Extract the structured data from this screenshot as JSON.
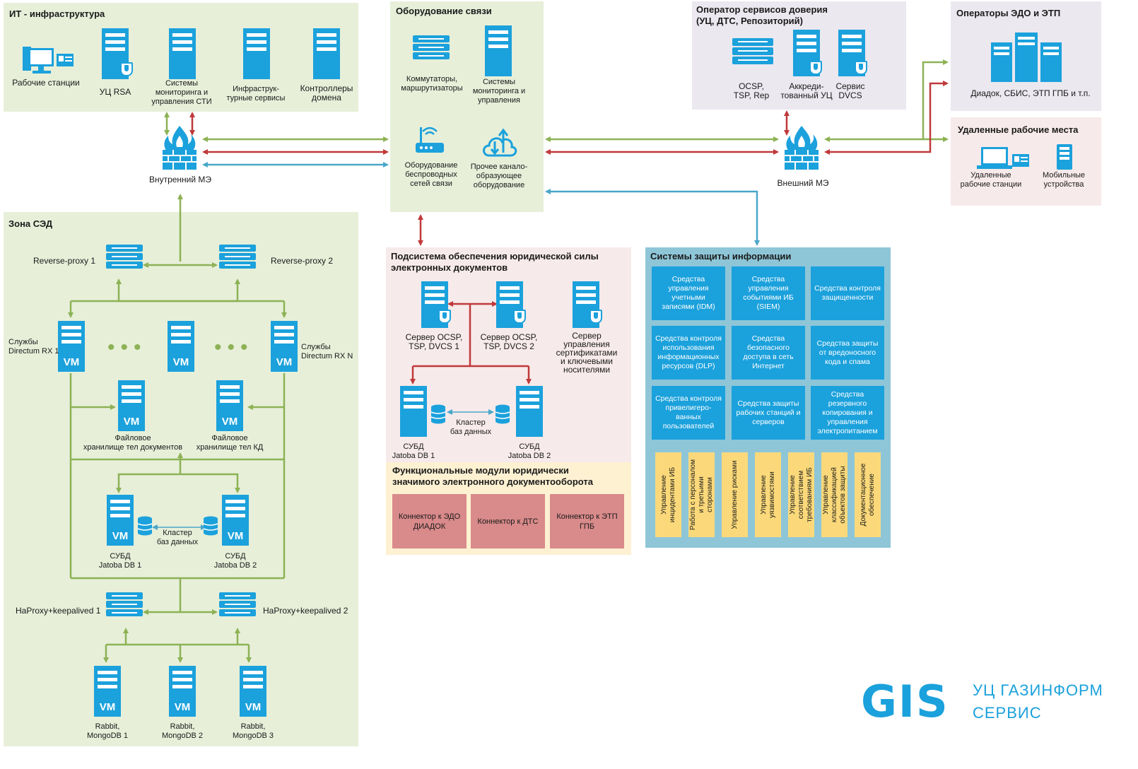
{
  "colors": {
    "icon_blue": "#1ba1dc",
    "green_line": "#8db255",
    "red_line": "#c0393b",
    "blue_line": "#4aa6c9"
  },
  "it_infra": {
    "title": "ИТ - инфраструктура",
    "workstations": "Рабочие станции",
    "rsa": "УЦ RSA",
    "monitoring": "Системы\nмониторинга и\nуправления СТИ",
    "infra_services": "Инфраструк-\nтурные сервисы",
    "domain_controllers": "Контроллеры\nдомена"
  },
  "comm": {
    "title": "Оборудование связи",
    "switches": "Коммутаторы,\nмаршрутизаторы",
    "monitoring": "Системы\nмониторинга и\nуправления",
    "wireless": "Оборудование\nбеспроводных\nсетей связи",
    "other": "Прочее канало-\nобразующее\nоборудование"
  },
  "trust": {
    "title": "Оператор сервисов доверия\n(УЦ, ДТС, Репозиторий)",
    "ocsp": "OCSP,\nTSP, Rep",
    "ca": "Аккреди-\nтованный УЦ",
    "dvcs": "Сервис\nDVCS"
  },
  "edo": {
    "title": "Операторы ЭДО и ЭТП",
    "list": "Диадок, СБИС, ЭТП ГПБ и т.п."
  },
  "remote": {
    "title": "Удаленные рабочие места",
    "stations": "Удаленные\nрабочие станции",
    "mobile": "Мобильные\nустройства"
  },
  "firewalls": {
    "internal": "Внутренний МЭ",
    "external": "Внешний МЭ"
  },
  "sed": {
    "title": "Зона СЭД",
    "rp1": "Reverse-proxy 1",
    "rp2": "Reverse-proxy 2",
    "rx1": "Службы\nDirectum RX 1",
    "rxn": "Службы\nDirectum RX N",
    "fs_docs": "Файловое\nхранилище тел документов",
    "fs_kd": "Файловое\nхранилище тел КД",
    "db_cluster": "Кластер\nбаз данных",
    "db1": "СУБД\nJatoba DB 1",
    "db2": "СУБД\nJatoba DB 2",
    "ha1": "HaProxy+keepalived 1",
    "ha2": "HaProxy+keepalived 2",
    "mq1": "Rabbit,\nMongoDB 1",
    "mq2": "Rabbit,\nMongoDB 2",
    "mq3": "Rabbit,\nMongoDB 3",
    "vm": "VM"
  },
  "legal": {
    "title": "Подсистема обеспечения юридической силы\nэлектронных документов",
    "srv1": "Сервер OCSP,\nTSP, DVCS 1",
    "srv2": "Сервер OCSP,\nTSP, DVCS 2",
    "cert": "Сервер\nуправления\nсертификатами\nи ключевыми\nносителями",
    "db_cluster": "Кластер\nбаз данных",
    "db1": "СУБД\nJatoba DB 1",
    "db2": "СУБД\nJatoba DB 2"
  },
  "modules": {
    "title": "Функциональные модули юридически\nзначимого электронного документооборота",
    "c1": "Коннектор к ЭДО\nДИАДОК",
    "c2": "Коннектор к ДТС",
    "c3": "Коннектор к ЭТП\nГПБ"
  },
  "security": {
    "title": "Системы защиты информации",
    "cells": [
      "Средства\nуправления\nучетными\nзаписями (IDM)",
      "Средства\nуправления\nсобытиями ИБ\n(SIEM)",
      "Средства контроля\nзащищенности",
      "Средства контроля\nиспользования\nинформационных\nресурсов (DLP)",
      "Средства\nбезопасного\nдоступа в сеть\nИнтернет",
      "Средства защиты\nот вредоносного\nкода и спама",
      "Средства контроля\nпривелигеро-\nванных\nпользователей",
      "Средства защиты\nрабочих станций и\nсерверов",
      "Средства\nрезервного\nкопирования и\nуправления\nэлектропитанием"
    ],
    "vertical": [
      "Управление\nинцидентами ИБ",
      "Работа с персоналом\nи третьими\nсторонами",
      "Управление рисками",
      "Управление\nуязвимостями",
      "Управление\nсоответствием\nтребованиям ИБ",
      "Управление\nклассификацией\nобъектов защиты",
      "Документационное\nобеспечение"
    ]
  },
  "logo": {
    "brand": "GIS",
    "line1": "УЦ ГАЗИНФОРМ",
    "line2": "СЕРВИС"
  }
}
